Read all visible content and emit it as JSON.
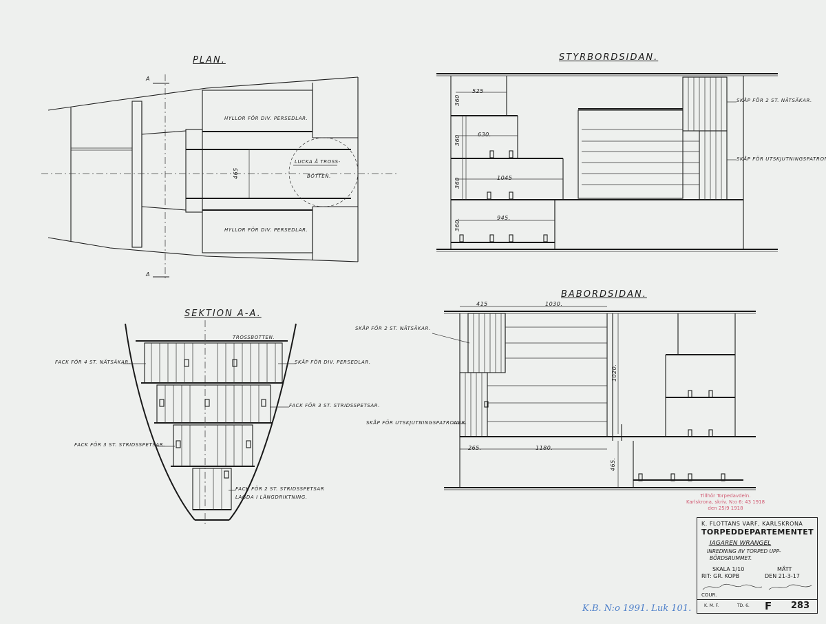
{
  "views": {
    "plan": "PLAN.",
    "starboard": "STYRBORDSIDAN.",
    "port": "BABORDSIDAN.",
    "section": "SEKTION  A-A."
  },
  "plan": {
    "section_mark": "A",
    "shelves_top": "HYLLOR FÖR DIV. PERSEDLAR.",
    "shelves_bottom": "HYLLOR FÖR DIV. PERSEDLAR.",
    "hatch_line1": "LUCKA Å TROSS-",
    "hatch_line2": "BOTTEN.",
    "dim_width": "465"
  },
  "starboard": {
    "cabinet_nets": "SKÅP FÖR 2 ST. NÄTSÄKAR.",
    "cabinet_cartridges": "SKÅP FÖR UTSKJUTNINGSPATRONER.",
    "dims_horizontal": [
      "525",
      "630.",
      "1045",
      "945."
    ],
    "dims_vertical": [
      "360",
      "360",
      "360",
      "360."
    ]
  },
  "port": {
    "cabinet_nets": "SKÅP FÖR 2 ST. NÄTSÄKAR.",
    "cabinet_cartridges": "SKÅP FÖR UTSKJUTNINGSPATRONER.",
    "dim_top_left": "415",
    "dim_top_right": "1030.",
    "dim_bottom_left": "265.",
    "dim_bottom_right": "1180.",
    "dim_height_upper": "1020.",
    "dim_height_lower": "465."
  },
  "section": {
    "tross_bottom": "TROSSBOTTEN.",
    "compartment_nets": "FACK FÖR 4 ST. NÄTSÄKAR.",
    "cabinet_misc": "SKÅP FÖR DIV. PERSEDLAR.",
    "compartment_warheads_3a": "FACK FÖR 3 ST. STRIDSSPETSAR.",
    "compartment_warheads_3b": "FACK FÖR 3 ST. STRIDSSPETSAR.",
    "compartment_warheads_2_line1": "FACK FÖR 2 ST. STRIDSSPETSAR",
    "compartment_warheads_2_line2": "LAGDA I LÄNGDRIKTNING."
  },
  "stamp": {
    "line1": "Tillhör Torpedavdeln.",
    "line2": "Karlskrona, skriv. N:o 6: 43   1918",
    "line3": "den 25/9 1918"
  },
  "title_block": {
    "org": "K. FLOTTANS VARF, KARLSKRONA",
    "department": "TORPEDDEPARTEMENTET",
    "vessel": "JAGAREN WRANGEL",
    "subject_line1": "INREDNING AV TORPED UPP-",
    "subject_line2": "BÖRDSRUMMET.",
    "scale": "SKALA 1/10",
    "measure": "MÄTT",
    "drawn": "RIT: GR. KOPB",
    "date": "DEN 21-3-17",
    "copy": "COUR.",
    "footer_1": "K. M. F.",
    "footer_2": "TD. 6.",
    "sheet_letter": "F",
    "sheet_number": "283"
  },
  "archive_note": "K.B. N:o 1991. Luk 101."
}
